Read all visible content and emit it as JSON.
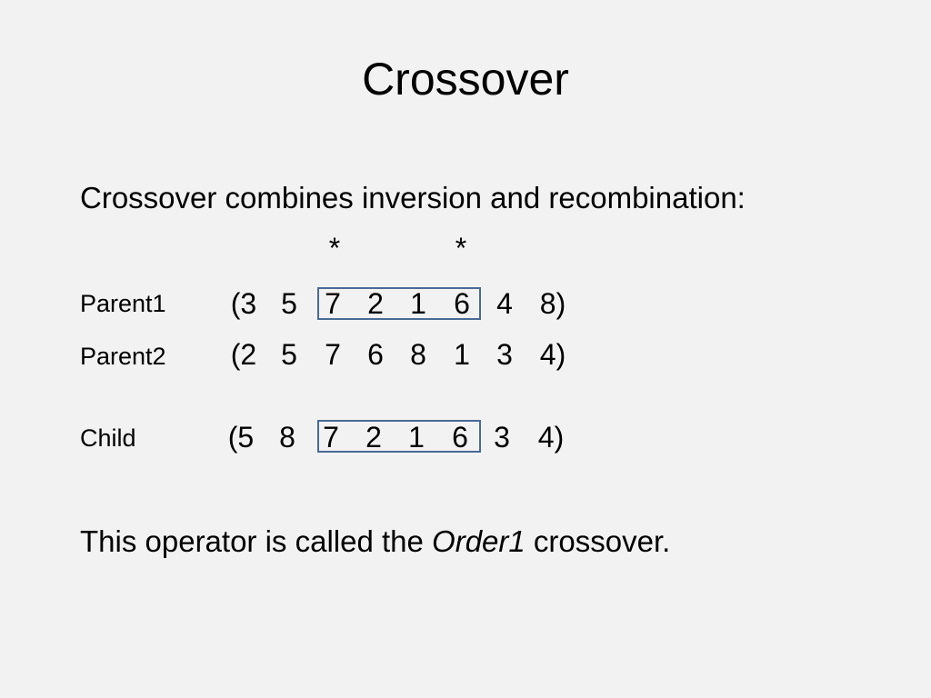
{
  "title": "Crossover",
  "intro": "Crossover combines inversion and recombination:",
  "markers": [
    "*",
    "*"
  ],
  "rows": [
    {
      "label": "Parent1",
      "tokens": [
        "(3",
        "5",
        "7",
        "2",
        "1",
        "6",
        "4",
        "8)"
      ]
    },
    {
      "label": "Parent2",
      "tokens": [
        "(2",
        "5",
        "7",
        "6",
        "8",
        "1",
        "3",
        "4)"
      ]
    },
    {
      "label": "Child",
      "tokens": [
        "(5",
        "8",
        "7",
        "2",
        "1",
        "6",
        "3",
        "4)"
      ]
    }
  ],
  "outro": {
    "before": "This operator is called the ",
    "emph": "Order1",
    "after": " crossover."
  }
}
